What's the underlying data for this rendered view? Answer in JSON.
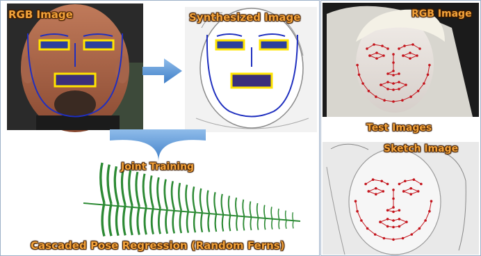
{
  "labels": {
    "rgb_image_left": "RGB Image",
    "synthesized_image": "Synthesized Image",
    "joint_training": "Joint Training",
    "cascaded_pose_regression": "Cascaded Pose Regression (Random Ferns)",
    "rgb_image_right": "RGB Image",
    "test_images": "Test Images",
    "sketch_image": "Sketch Image"
  },
  "colors": {
    "label_fill": "#f2a23a",
    "label_outline": "#3a1a00",
    "box_outline": "#ffe400",
    "contour": "#1f2fbf",
    "landmark": "#c4141c",
    "arrow": "#5a95d6",
    "fern": "#2c8a34",
    "panel_border": "#9db0c8"
  },
  "icons": {
    "arrow_right": "arrow-right-icon",
    "arrow_down": "arrow-down-icon",
    "fern": "fern-icon"
  }
}
